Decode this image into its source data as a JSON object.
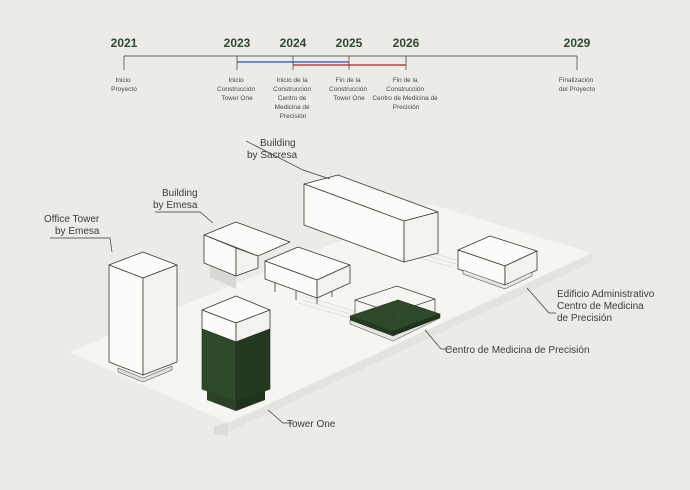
{
  "timeline": {
    "years": [
      "2021",
      "2023",
      "2024",
      "2025",
      "2026",
      "2029"
    ],
    "events": [
      {
        "lines": [
          "Inicio",
          "Proyecto"
        ]
      },
      {
        "lines": [
          "Inicio",
          "Construcción",
          "Tower One"
        ]
      },
      {
        "lines": [
          "Inicio de la",
          "Construcción",
          "Centro de",
          "Medicina de",
          "Precisión"
        ]
      },
      {
        "lines": [
          "Fin de la",
          "Construcción",
          "Tower One"
        ]
      },
      {
        "lines": [
          "Fin de la",
          "Construcción",
          "Centro de Medicina de",
          "Precisión"
        ]
      },
      {
        "lines": [
          "Finalización",
          "del Proyecto"
        ]
      }
    ],
    "colors": {
      "axis": "#3a3a36",
      "tower_one_range": "#3f6fb8",
      "centro_range": "#b8493a",
      "year_text": "#2e4a2c"
    }
  },
  "labels": {
    "sacresa": [
      "Building",
      "by Sacresa"
    ],
    "emesa": [
      "Building",
      "by Emesa"
    ],
    "office_tower": [
      "Office Tower",
      "by Emesa"
    ],
    "edificio": [
      "Edificio Administrativo",
      "Centro de Medicina",
      "de Precisión"
    ],
    "centro": "Centro de Medicina de Precisión",
    "tower_one": "Tower One"
  },
  "colors": {
    "background": "#ecebe8",
    "platform": "#f6f5f1",
    "highlight": "#2f4a2a",
    "outline": "#3a3a36"
  }
}
